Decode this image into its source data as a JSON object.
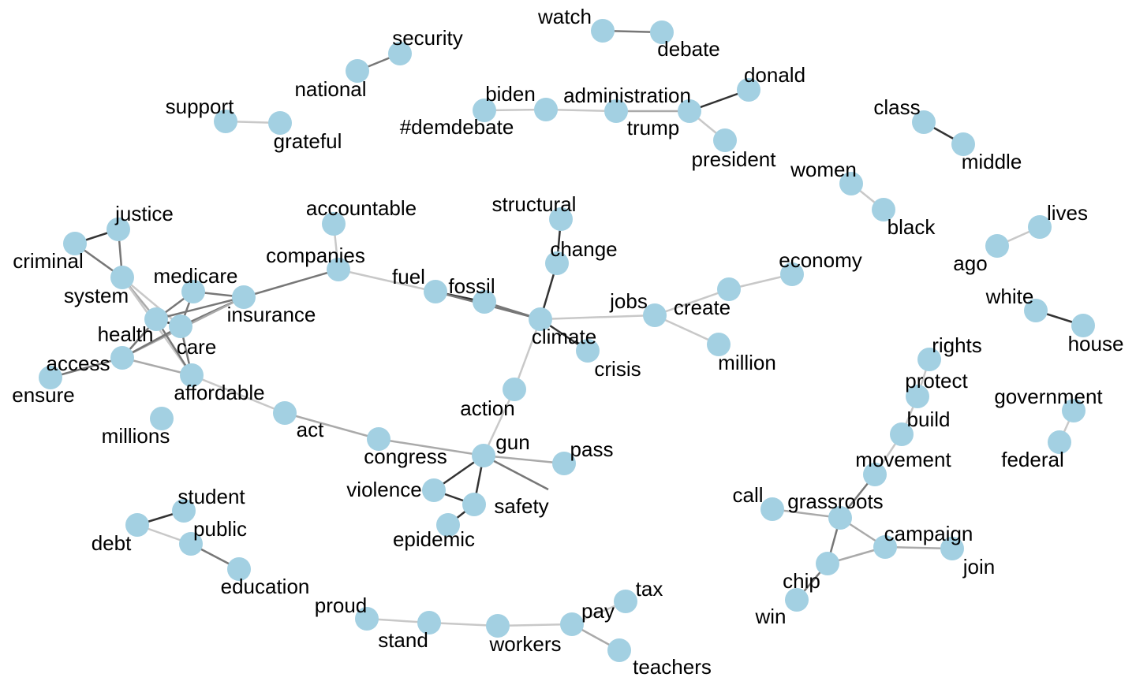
{
  "style": {
    "node_color": "#a3d0e2",
    "edge_colors": {
      "strong": "#333333",
      "medium": "#777777",
      "weak": "#aaaaaa",
      "faint": "#c8c8c8"
    }
  },
  "nodes": [
    {
      "id": "security",
      "label": "security"
    },
    {
      "id": "national",
      "label": "national"
    },
    {
      "id": "support",
      "label": "support"
    },
    {
      "id": "grateful",
      "label": "grateful"
    },
    {
      "id": "watch",
      "label": "watch"
    },
    {
      "id": "debate",
      "label": "debate"
    },
    {
      "id": "demdebate",
      "label": "#demdebate"
    },
    {
      "id": "biden",
      "label": "biden"
    },
    {
      "id": "administration",
      "label": "administration"
    },
    {
      "id": "trump",
      "label": "trump"
    },
    {
      "id": "donald",
      "label": "donald"
    },
    {
      "id": "president",
      "label": "president"
    },
    {
      "id": "class",
      "label": "class"
    },
    {
      "id": "middle",
      "label": "middle"
    },
    {
      "id": "women",
      "label": "women"
    },
    {
      "id": "black",
      "label": "black"
    },
    {
      "id": "ago",
      "label": "ago"
    },
    {
      "id": "lives",
      "label": "lives"
    },
    {
      "id": "white",
      "label": "white"
    },
    {
      "id": "house",
      "label": "house"
    },
    {
      "id": "criminal",
      "label": "criminal"
    },
    {
      "id": "justice",
      "label": "justice"
    },
    {
      "id": "system",
      "label": "system"
    },
    {
      "id": "medicare",
      "label": "medicare"
    },
    {
      "id": "insurance",
      "label": "insurance"
    },
    {
      "id": "health",
      "label": "health"
    },
    {
      "id": "care",
      "label": "care"
    },
    {
      "id": "access",
      "label": "access"
    },
    {
      "id": "ensure",
      "label": "ensure"
    },
    {
      "id": "affordable",
      "label": "affordable"
    },
    {
      "id": "millions",
      "label": "millions"
    },
    {
      "id": "act",
      "label": "act"
    },
    {
      "id": "accountable",
      "label": "accountable"
    },
    {
      "id": "companies",
      "label": "companies"
    },
    {
      "id": "fuel",
      "label": "fuel"
    },
    {
      "id": "fossil",
      "label": "fossil"
    },
    {
      "id": "structural",
      "label": "structural"
    },
    {
      "id": "change",
      "label": "change"
    },
    {
      "id": "climate",
      "label": "climate"
    },
    {
      "id": "crisis",
      "label": "crisis"
    },
    {
      "id": "jobs",
      "label": "jobs"
    },
    {
      "id": "create",
      "label": "create"
    },
    {
      "id": "economy",
      "label": "economy"
    },
    {
      "id": "million",
      "label": "million"
    },
    {
      "id": "action",
      "label": "action"
    },
    {
      "id": "congress",
      "label": "congress"
    },
    {
      "id": "gun",
      "label": "gun"
    },
    {
      "id": "pass",
      "label": "pass"
    },
    {
      "id": "violence",
      "label": "violence"
    },
    {
      "id": "safety",
      "label": "safety"
    },
    {
      "id": "epidemic",
      "label": "epidemic"
    },
    {
      "id": "rights",
      "label": "rights"
    },
    {
      "id": "protect",
      "label": "protect"
    },
    {
      "id": "build",
      "label": "build"
    },
    {
      "id": "movement",
      "label": "movement"
    },
    {
      "id": "government",
      "label": "government"
    },
    {
      "id": "federal",
      "label": "federal"
    },
    {
      "id": "call",
      "label": "call"
    },
    {
      "id": "grassroots",
      "label": "grassroots"
    },
    {
      "id": "campaign",
      "label": "campaign"
    },
    {
      "id": "join",
      "label": "join"
    },
    {
      "id": "chip",
      "label": "chip"
    },
    {
      "id": "win",
      "label": "win"
    },
    {
      "id": "student",
      "label": "student"
    },
    {
      "id": "debt",
      "label": "debt"
    },
    {
      "id": "public",
      "label": "public"
    },
    {
      "id": "education",
      "label": "education"
    },
    {
      "id": "proud",
      "label": "proud"
    },
    {
      "id": "stand",
      "label": "stand"
    },
    {
      "id": "workers",
      "label": "workers"
    },
    {
      "id": "pay",
      "label": "pay"
    },
    {
      "id": "tax",
      "label": "tax"
    },
    {
      "id": "teachers",
      "label": "teachers"
    }
  ],
  "edges": [
    {
      "source": "national",
      "target": "security",
      "weight": "medium"
    },
    {
      "source": "support",
      "target": "grateful",
      "weight": "faint"
    },
    {
      "source": "watch",
      "target": "debate",
      "weight": "medium"
    },
    {
      "source": "demdebate",
      "target": "biden",
      "weight": "faint"
    },
    {
      "source": "biden",
      "target": "administration",
      "weight": "faint"
    },
    {
      "source": "administration",
      "target": "trump",
      "weight": "weak"
    },
    {
      "source": "trump",
      "target": "donald",
      "weight": "strong"
    },
    {
      "source": "trump",
      "target": "president",
      "weight": "faint"
    },
    {
      "source": "class",
      "target": "middle",
      "weight": "strong"
    },
    {
      "source": "women",
      "target": "black",
      "weight": "faint"
    },
    {
      "source": "ago",
      "target": "lives",
      "weight": "faint"
    },
    {
      "source": "white",
      "target": "house",
      "weight": "strong"
    },
    {
      "source": "criminal",
      "target": "justice",
      "weight": "strong"
    },
    {
      "source": "criminal",
      "target": "system",
      "weight": "medium"
    },
    {
      "source": "justice",
      "target": "system",
      "weight": "medium"
    },
    {
      "source": "system",
      "target": "health",
      "weight": "weak"
    },
    {
      "source": "system",
      "target": "care",
      "weight": "faint"
    },
    {
      "source": "system",
      "target": "affordable",
      "weight": "faint"
    },
    {
      "source": "medicare",
      "target": "insurance",
      "weight": "medium"
    },
    {
      "source": "medicare",
      "target": "health",
      "weight": "medium"
    },
    {
      "source": "medicare",
      "target": "care",
      "weight": "medium"
    },
    {
      "source": "insurance",
      "target": "health",
      "weight": "medium"
    },
    {
      "source": "insurance",
      "target": "care",
      "weight": "medium"
    },
    {
      "source": "insurance",
      "target": "access",
      "weight": "weak"
    },
    {
      "source": "insurance",
      "target": "companies",
      "weight": "medium"
    },
    {
      "source": "health",
      "target": "care",
      "weight": "strong"
    },
    {
      "source": "health",
      "target": "access",
      "weight": "medium"
    },
    {
      "source": "health",
      "target": "affordable",
      "weight": "medium"
    },
    {
      "source": "care",
      "target": "access",
      "weight": "medium"
    },
    {
      "source": "care",
      "target": "affordable",
      "weight": "medium"
    },
    {
      "source": "access",
      "target": "ensure",
      "weight": "medium"
    },
    {
      "source": "access",
      "target": "affordable",
      "weight": "weak"
    },
    {
      "source": "affordable",
      "target": "act",
      "weight": "faint"
    },
    {
      "source": "act",
      "target": "congress",
      "weight": "weak"
    },
    {
      "source": "accountable",
      "target": "companies",
      "weight": "faint"
    },
    {
      "source": "companies",
      "target": "fuel",
      "weight": "faint"
    },
    {
      "source": "fuel",
      "target": "fossil",
      "weight": "strong"
    },
    {
      "source": "fuel",
      "target": "climate",
      "weight": "medium"
    },
    {
      "source": "fossil",
      "target": "climate",
      "weight": "medium"
    },
    {
      "source": "structural",
      "target": "change",
      "weight": "strong"
    },
    {
      "source": "change",
      "target": "climate",
      "weight": "strong"
    },
    {
      "source": "climate",
      "target": "crisis",
      "weight": "strong"
    },
    {
      "source": "climate",
      "target": "jobs",
      "weight": "faint"
    },
    {
      "source": "climate",
      "target": "action",
      "weight": "faint"
    },
    {
      "source": "jobs",
      "target": "create",
      "weight": "faint"
    },
    {
      "source": "jobs",
      "target": "million",
      "weight": "faint"
    },
    {
      "source": "create",
      "target": "economy",
      "weight": "faint"
    },
    {
      "source": "action",
      "target": "gun",
      "weight": "faint"
    },
    {
      "source": "congress",
      "target": "gun",
      "weight": "weak"
    },
    {
      "source": "gun",
      "target": "pass",
      "weight": "weak"
    },
    {
      "source": "gun",
      "target": "safety",
      "weight": "strong"
    },
    {
      "source": "gun",
      "target": "violence",
      "weight": "strong"
    },
    {
      "source": "gun",
      "target": "safety2",
      "weight": "medium"
    },
    {
      "source": "violence",
      "target": "safety",
      "weight": "strong"
    },
    {
      "source": "safety",
      "target": "epidemic",
      "weight": "strong"
    },
    {
      "source": "rights",
      "target": "protect",
      "weight": "faint"
    },
    {
      "source": "protect",
      "target": "build",
      "weight": "faint"
    },
    {
      "source": "build",
      "target": "movement",
      "weight": "faint"
    },
    {
      "source": "movement",
      "target": "grassroots",
      "weight": "medium"
    },
    {
      "source": "government",
      "target": "federal",
      "weight": "faint"
    },
    {
      "source": "call",
      "target": "grassroots",
      "weight": "weak"
    },
    {
      "source": "grassroots",
      "target": "campaign",
      "weight": "weak"
    },
    {
      "source": "grassroots",
      "target": "chip",
      "weight": "medium"
    },
    {
      "source": "campaign",
      "target": "join",
      "weight": "weak"
    },
    {
      "source": "chip",
      "target": "campaign",
      "weight": "weak"
    },
    {
      "source": "chip",
      "target": "win",
      "weight": "medium"
    },
    {
      "source": "debt",
      "target": "student",
      "weight": "strong"
    },
    {
      "source": "debt",
      "target": "public",
      "weight": "faint"
    },
    {
      "source": "public",
      "target": "education",
      "weight": "medium"
    },
    {
      "source": "proud",
      "target": "stand",
      "weight": "faint"
    },
    {
      "source": "stand",
      "target": "workers",
      "weight": "faint"
    },
    {
      "source": "workers",
      "target": "pay",
      "weight": "faint"
    },
    {
      "source": "pay",
      "target": "tax",
      "weight": "faint"
    },
    {
      "source": "pay",
      "target": "teachers",
      "weight": "weak"
    }
  ]
}
